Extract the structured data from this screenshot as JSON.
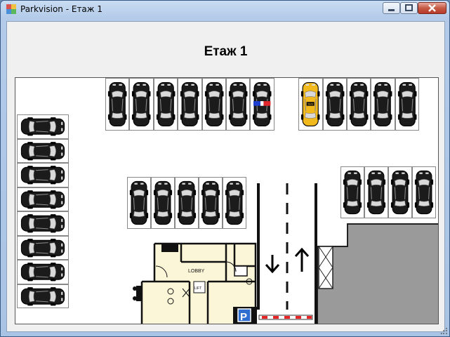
{
  "window": {
    "title": "Parkvision - Етаж 1",
    "controls": [
      "minimize-icon",
      "maximize-icon",
      "close-icon"
    ]
  },
  "floor": {
    "heading": "Етаж 1",
    "lobby_label": "LOBBY",
    "lift_label": "LIFT",
    "parking_sign": "P",
    "taxi_label": "TAXI",
    "colors": {
      "car": "#1b1b1b",
      "taxi": "#f2b91c",
      "police_red": "#e0262b",
      "police_blue": "#1f3fd0",
      "building": "#9a9a9a",
      "lobby_floor": "#fbf6d8",
      "barrier_red": "#e32525"
    }
  },
  "spots": {
    "top_row": [
      "car",
      "car",
      "car",
      "car",
      "car",
      "car",
      "police",
      "empty",
      "taxi",
      "car",
      "car",
      "car",
      "car"
    ],
    "left_column": [
      "car",
      "car",
      "car",
      "car",
      "car",
      "car",
      "car",
      "car"
    ],
    "middle_row": [
      "car",
      "car",
      "car",
      "car",
      "car"
    ],
    "right_row": [
      "car",
      "car",
      "car",
      "car"
    ]
  },
  "lanes": {
    "down_arrow": "down-arrow-icon",
    "up_arrow": "up-arrow-icon"
  }
}
